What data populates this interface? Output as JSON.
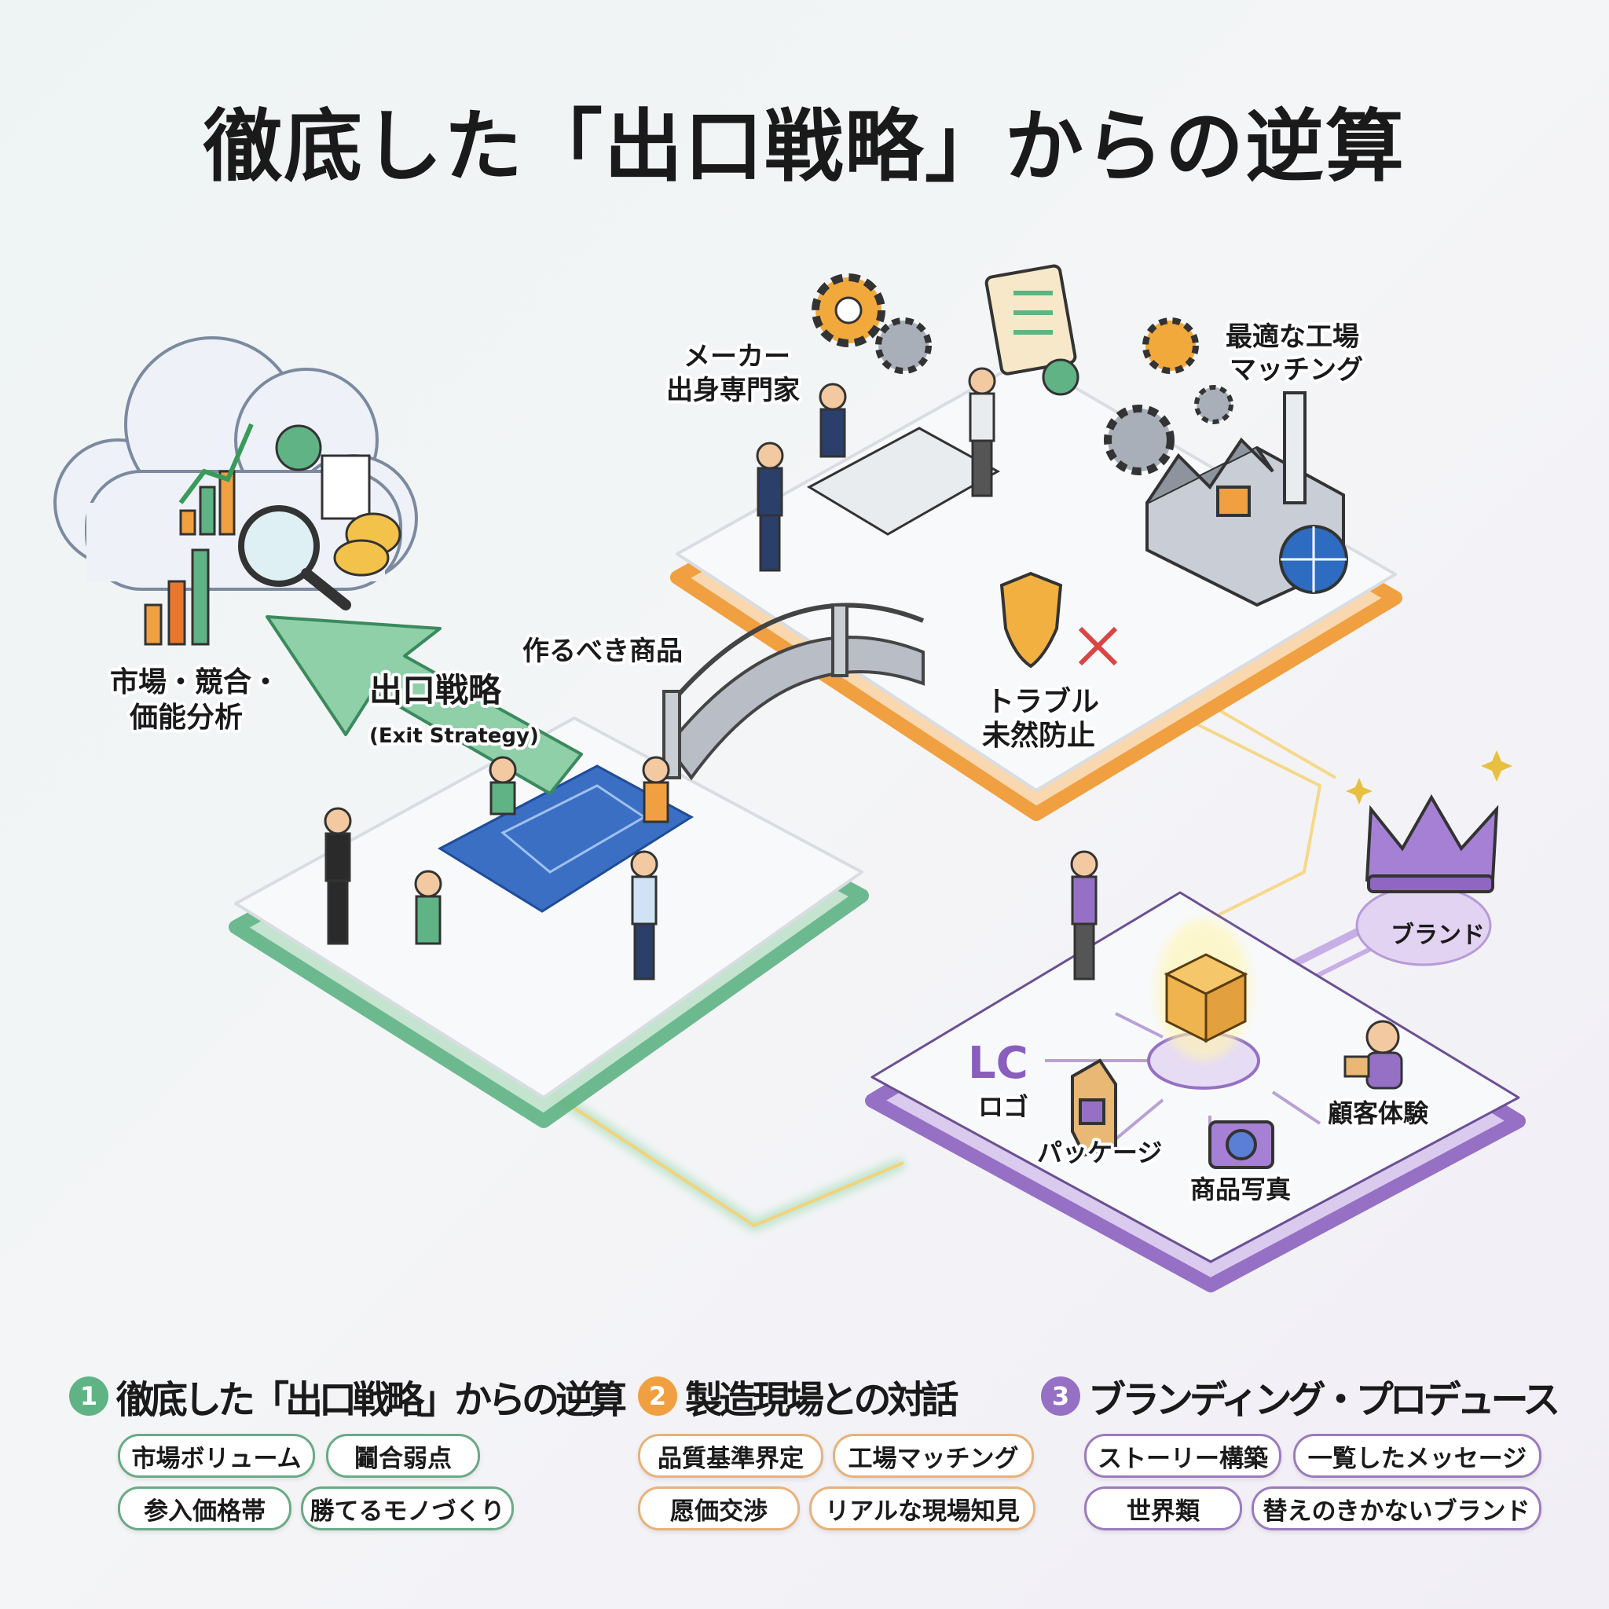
{
  "title": "徹底した「出口戦略」からの逆算",
  "colors": {
    "green": "#5fb384",
    "orange": "#f0a040",
    "purple": "#9570c4",
    "text": "#1a1a1a"
  },
  "illustration": {
    "market_analysis_label": [
      "市場・競合・",
      "価能分析"
    ],
    "arrow_label": "出口戦略",
    "arrow_sublabel": "(Exit Strategy)",
    "product_label": "作るべき商品",
    "expert_label": [
      "メーカー",
      "出身専門家"
    ],
    "factory_label": [
      "最適な工場",
      "マッチング"
    ],
    "trouble_label": [
      "トラブル",
      "未然防止"
    ],
    "brand_label": "ブランド",
    "logo_mark": "LC",
    "logo_label": "ロゴ",
    "package_label": "パッケージ",
    "photo_label": "商品写真",
    "customer_label": "顧客体験"
  },
  "sections": [
    {
      "number": "1",
      "heading": "徹底した「出口戦略」からの逆算",
      "tags": [
        "市場ボリューム",
        "鬮合弱点",
        "参入価格帯",
        "勝てるモノづくり"
      ]
    },
    {
      "number": "2",
      "heading": "製造現場との対話",
      "tags": [
        "品質基準界定",
        "工場マッチング",
        "愿価交渉",
        "リアルな現場知見"
      ]
    },
    {
      "number": "3",
      "heading": "ブランディング・プロデュース",
      "tags": [
        "ストーリー構築",
        "一覧したメッセージ",
        "世界類",
        "替えのきかないブランド"
      ]
    }
  ]
}
